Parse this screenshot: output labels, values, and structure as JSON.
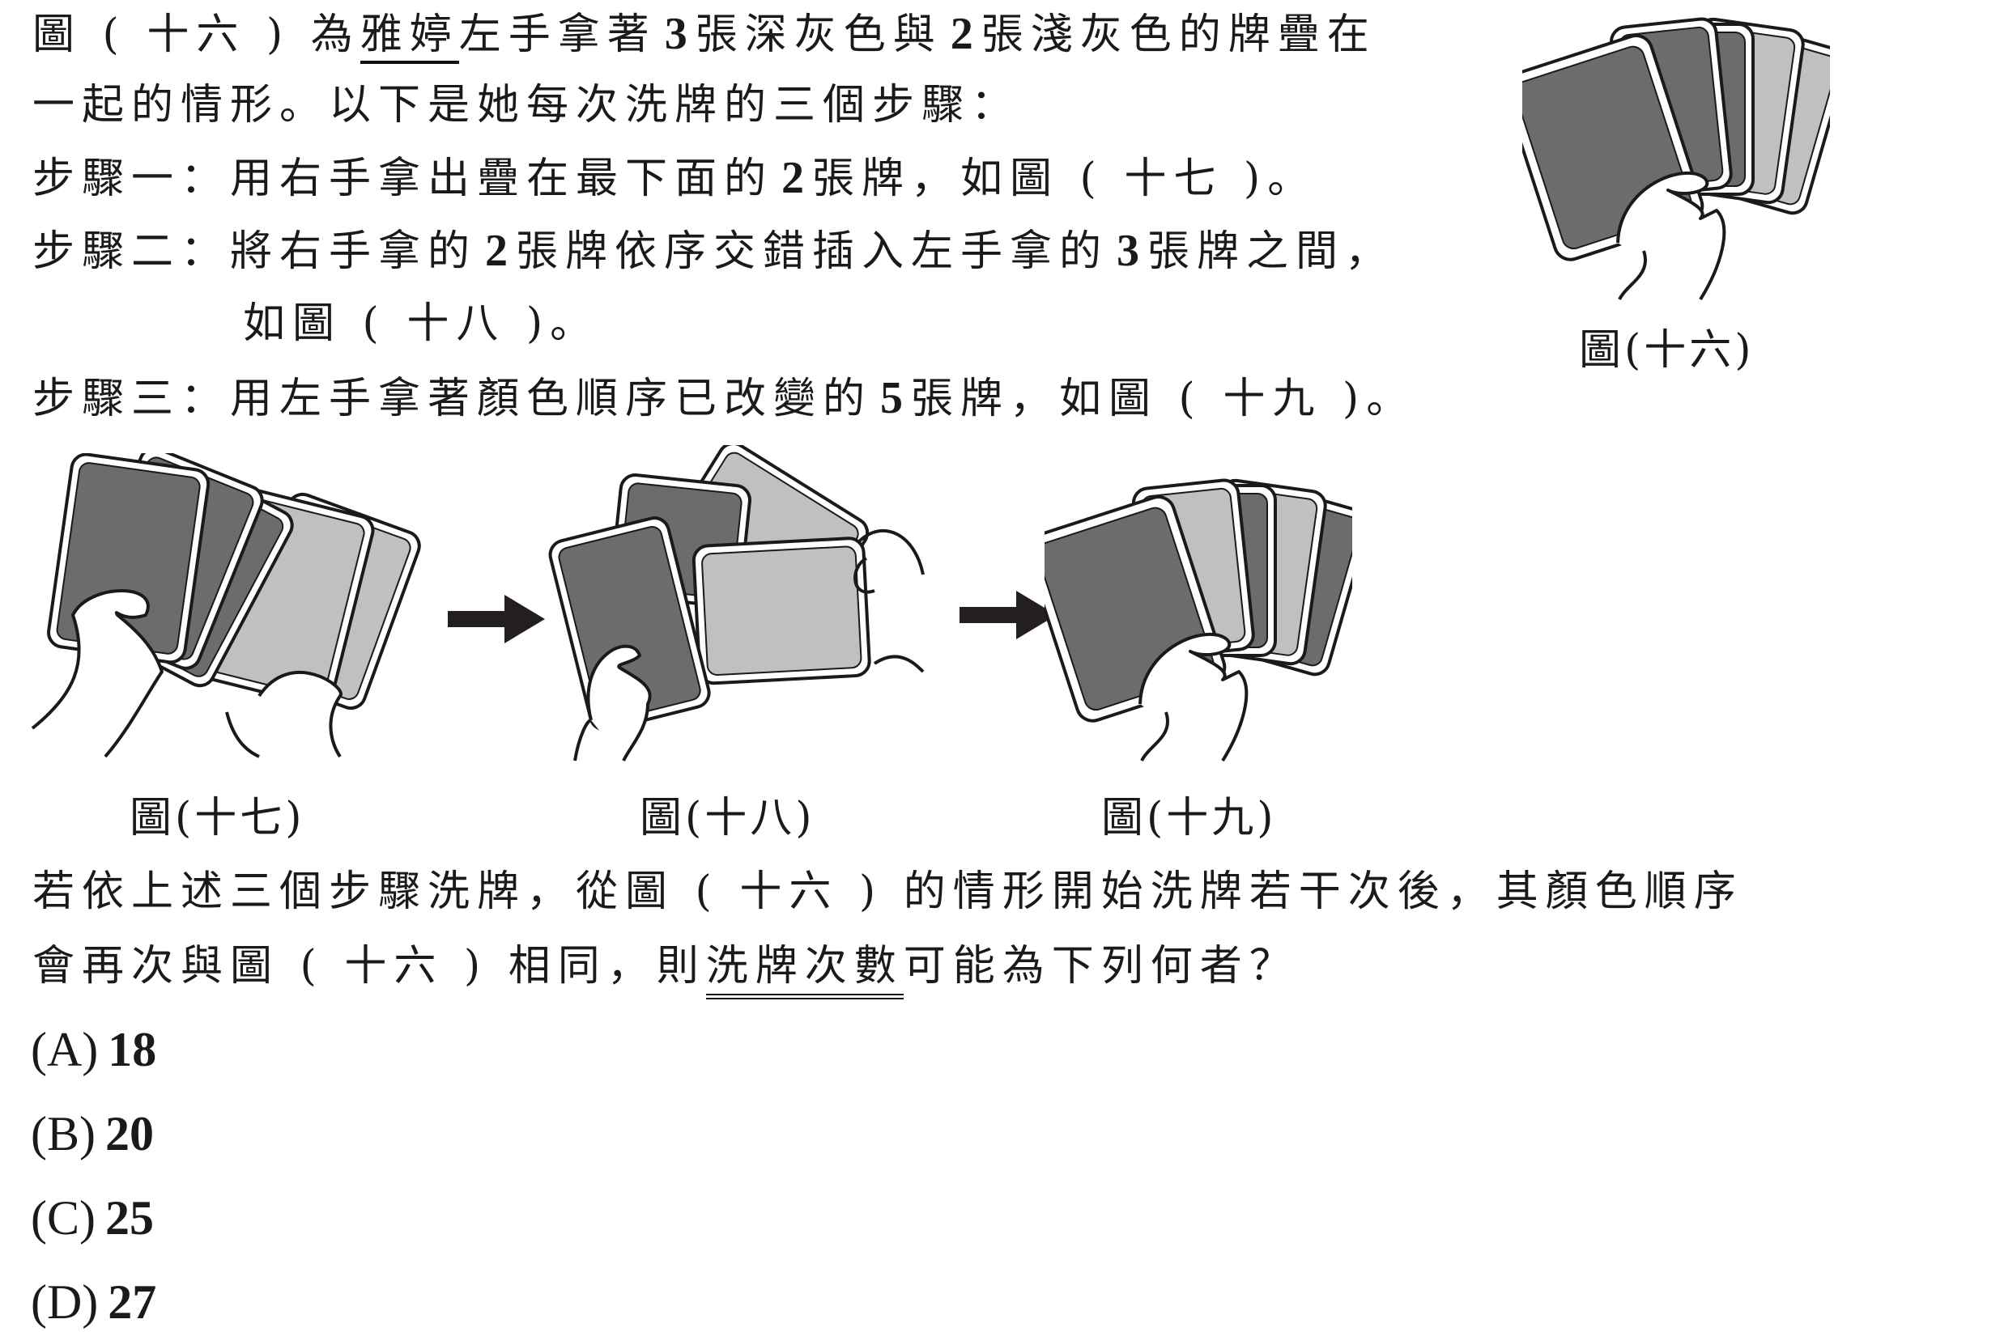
{
  "intro": {
    "line1": {
      "pre": "圖 ( 十六 ) 為",
      "name": "雅婷",
      "mid1": "左手拿著",
      "n_dark": "3",
      "mid2": "張深灰色與",
      "n_light": "2",
      "post": "張淺灰色的牌疊在"
    },
    "line2": "一起的情形。以下是她每次洗牌的三個步驟："
  },
  "steps": [
    {
      "label": "步驟一：",
      "pre": "用右手拿出疊在最下面的",
      "num": "2",
      "post": "張牌，如圖 ( 十七 )。"
    },
    {
      "label": "步驟二：",
      "pre": "將右手拿的",
      "num": "2",
      "mid": "張牌依序交錯插入左手拿的",
      "num2": "3",
      "post": "張牌之間，",
      "cont": "如圖 ( 十八 )。"
    },
    {
      "label": "步驟三：",
      "pre": "用左手拿著顏色順序已改變的",
      "num": "5",
      "post": "張牌，如圖 ( 十九 )。"
    }
  ],
  "figures": {
    "fig16": {
      "caption": "圖(十六)",
      "order": [
        "dark",
        "dark",
        "dark",
        "light",
        "light"
      ]
    },
    "fig17": {
      "caption": "圖(十七)"
    },
    "fig18": {
      "caption": "圖(十八)"
    },
    "fig19": {
      "caption": "圖(十九)",
      "order": [
        "dark",
        "light",
        "dark",
        "light",
        "dark"
      ]
    },
    "colors": {
      "dark": "#6b6c6e",
      "light": "#bfc0c2",
      "outline": "#1a1a1a",
      "card_border": "#ffffff"
    }
  },
  "question": {
    "line1": "若依上述三個步驟洗牌，從圖 ( 十六 ) 的情形開始洗牌若干次後，其顏色順序",
    "line2_pre": "會再次與圖 ( 十六 ) 相同，則",
    "line2_emph": "洗牌次數",
    "line2_post": "可能為下列何者？"
  },
  "options": [
    {
      "label": "(A)",
      "value": "18"
    },
    {
      "label": "(B)",
      "value": "20"
    },
    {
      "label": "(C)",
      "value": "25"
    },
    {
      "label": "(D)",
      "value": "27"
    }
  ]
}
